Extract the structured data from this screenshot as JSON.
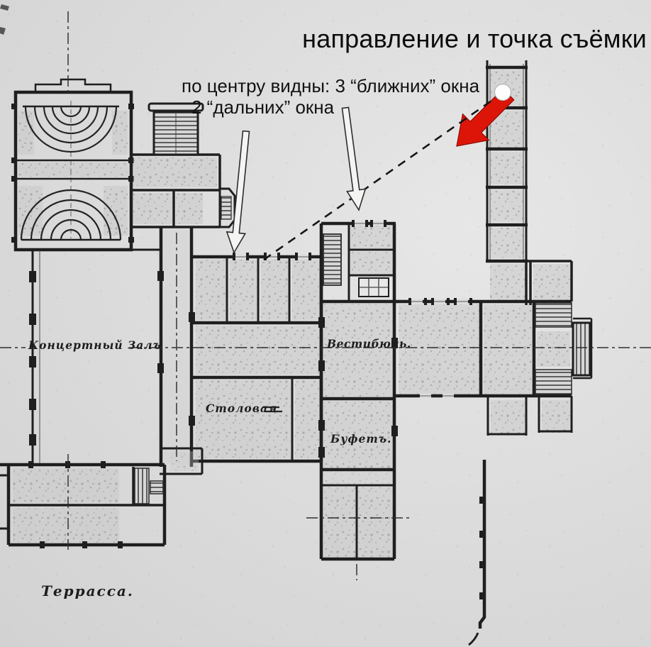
{
  "annotations": {
    "title": "направление и точка съёмки",
    "window_note_line1": "по центру видны: 3 “ближних” окна",
    "window_note_line2": "2 “дальних” окна"
  },
  "plan": {
    "labels": {
      "concert_hall": "Концертный Залъ",
      "vestibule": "Вестибюль.",
      "dining_room": "Столовая",
      "buffet": "Буфетъ.",
      "terrace": "Террасса."
    }
  },
  "markers": {
    "camera_point": "white-dot",
    "camera_direction": "red-arrow",
    "sight_line": "black-dashed-line",
    "window_pointers": "white-outline-arrows"
  },
  "colors": {
    "paper": "#dcdcdc",
    "plan_ink": "#1f1f1f",
    "camera_arrow_red": "#dd1508",
    "camera_point_white": "#fdfdfd",
    "annotation_text": "#0c0c0c"
  }
}
